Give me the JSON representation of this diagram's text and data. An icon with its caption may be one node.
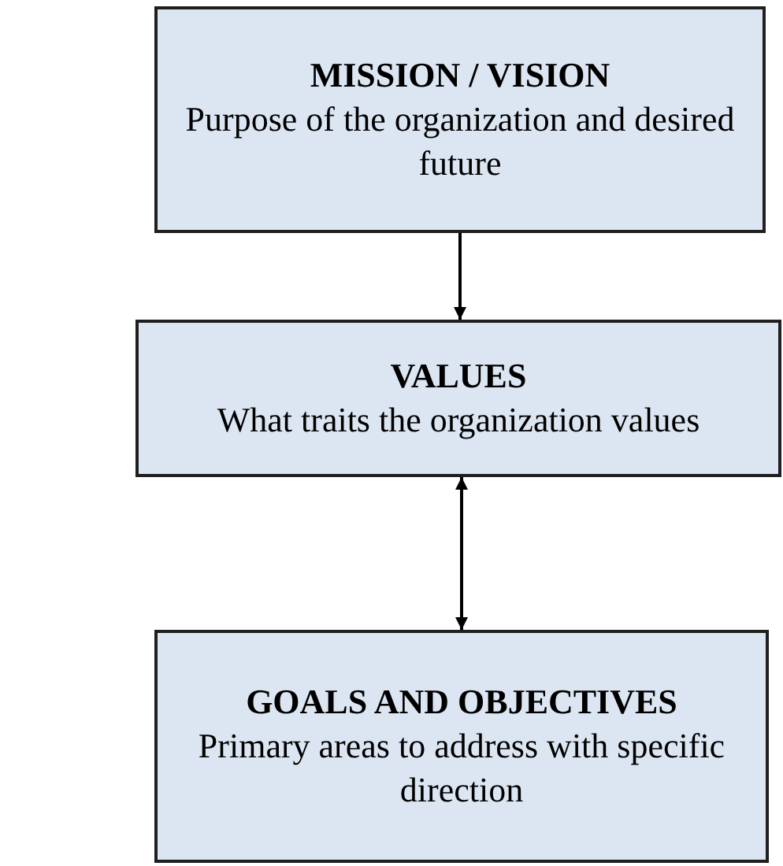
{
  "diagram": {
    "nodes": [
      {
        "text": [
          "MISSION / VISION",
          "Purpose of the organization and desired future"
        ]
      },
      {
        "text": [
          "VALUES",
          "What traits the organization values"
        ]
      },
      {
        "text": [
          "GOALS AND OBJECTIVES",
          "Primary areas to address with specific direction"
        ]
      }
    ],
    "edges": [
      {
        "from": 0,
        "to": 1,
        "arrow": "to"
      },
      {
        "from": 1,
        "to": 2,
        "arrow": "both"
      }
    ]
  }
}
